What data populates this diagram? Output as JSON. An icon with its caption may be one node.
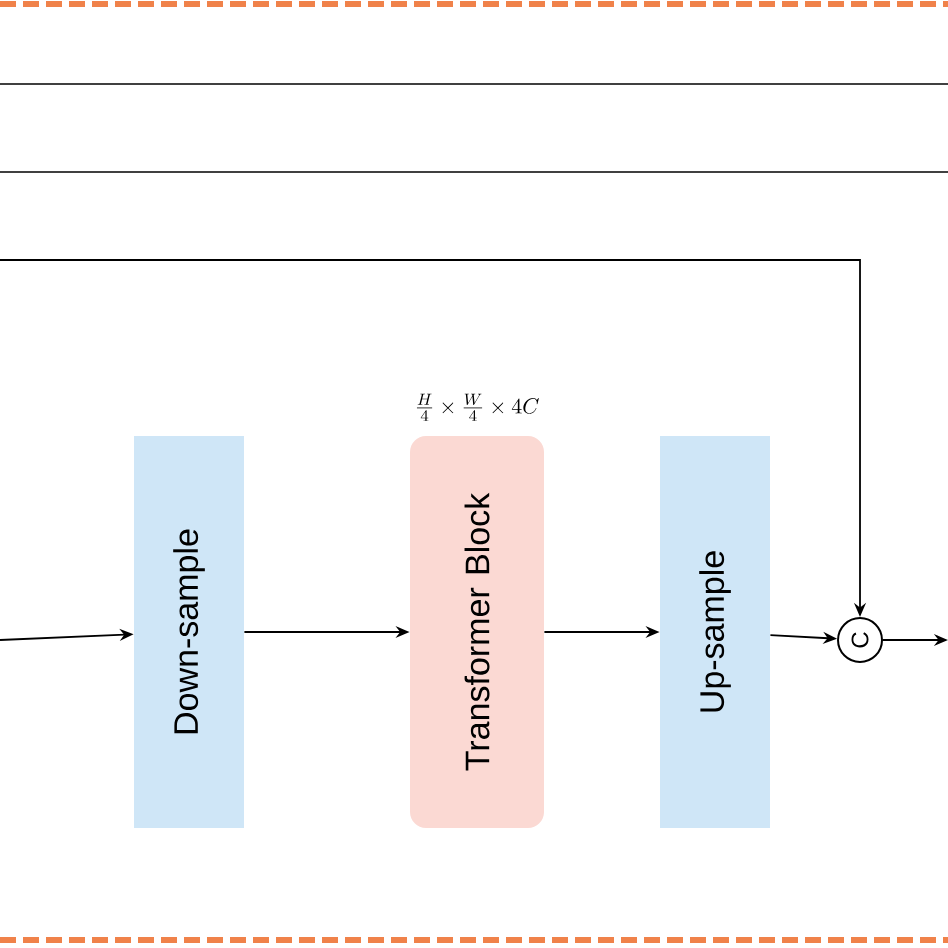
{
  "diagram": {
    "nodes": [
      {
        "text": [
          "Down-sample"
        ]
      },
      {
        "text": [
          "Transformer Block"
        ],
        "beside": [
          "\\frac{H}{4}\\times\\frac{W}{4}\\times 4C"
        ]
      },
      {
        "text": [
          "Up-sample"
        ]
      },
      {
        "text": [
          "C"
        ]
      }
    ],
    "edges": [
      {
        "from": null,
        "to": 0,
        "arrow": "to"
      },
      {
        "from": 0,
        "to": 1,
        "arrow": "to"
      },
      {
        "from": 1,
        "to": 2,
        "arrow": "to"
      },
      {
        "from": 2,
        "to": 3,
        "arrow": "to"
      },
      {
        "from": null,
        "to": 3,
        "arrow": "to"
      },
      {
        "from": 3,
        "to": null,
        "arrow": "to"
      }
    ]
  }
}
